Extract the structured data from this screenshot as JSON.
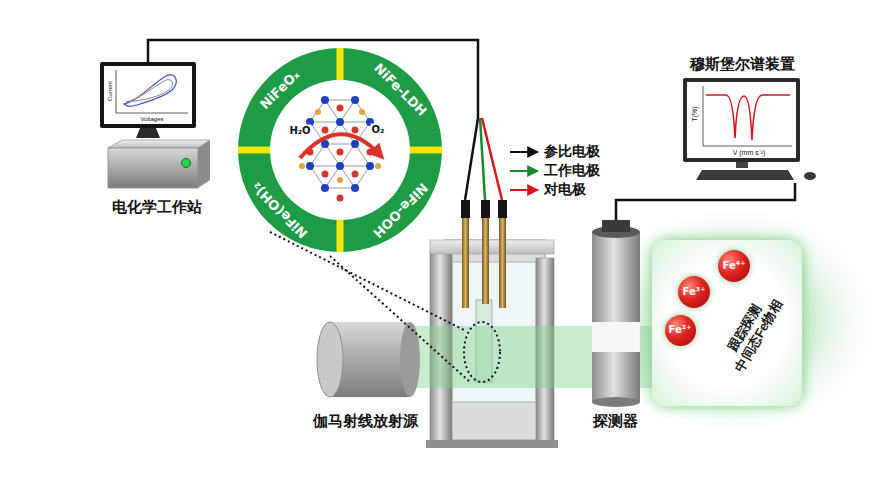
{
  "diagram": {
    "nodes": [
      {
        "text": [
          "NiFeOₓ",
          "NiFe-LDH",
          "H₂O",
          "O₂",
          "NiFe-OOH",
          "NiFe(OH)₂"
        ]
      },
      {
        "text": [
          "跟踪探测 中间态Fe物相"
        ]
      },
      {
        "text": [
          "Fe⁴⁺"
        ],
        "in": 1
      },
      {
        "text": [
          "Fe³⁺"
        ],
        "in": 1
      },
      {
        "text": [
          "Fe²⁺"
        ],
        "in": 1
      }
    ],
    "labels": [
      "穆斯堡尔谱装置",
      "Current",
      "Voltages",
      "T(%)",
      "V (mm s⁻¹)",
      "参比电极",
      "工作电极",
      "对电极",
      "电化学工作站",
      "伽马射线放射源",
      "探测器"
    ]
  }
}
